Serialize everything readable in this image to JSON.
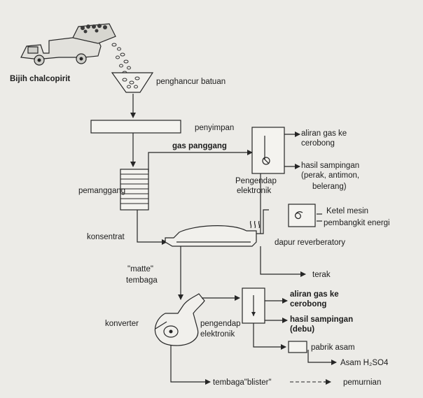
{
  "labels": {
    "ore": "Bijih chalcopirit",
    "crusher": "penghancur batuan",
    "storage": "penyimpan",
    "roast_gas": "gas panggang",
    "flue_gas_top": "aliran gas ke",
    "flue_gas_top2": "cerobong",
    "byproduct_top": "hasil sampingan",
    "byproduct_top2": "(perak, antimon,",
    "byproduct_top3": "belerang)",
    "precip_top": "Pengendap",
    "precip_top2": "elektronik",
    "roaster": "pemanggang",
    "concentrate": "konsentrat",
    "boiler": "Ketel mesin",
    "boiler2": "pembangkit energi",
    "reverb": "dapur reverberatory",
    "slag": "terak",
    "matte": "\"matte\"",
    "matte2": "tembaga",
    "converter": "konverter",
    "flue_gas_bot": "aliran gas ke",
    "flue_gas_bot2": "cerobong",
    "byproduct_bot": "hasil sampingan",
    "byproduct_bot2": "(debu)",
    "precip_bot": "pengendap",
    "precip_bot2": "elektronik",
    "acid_plant": "pabrik asam",
    "acid": "Asam H₂SO4",
    "blister": "tembaga\"blister\"",
    "refining": "pemurnian"
  }
}
